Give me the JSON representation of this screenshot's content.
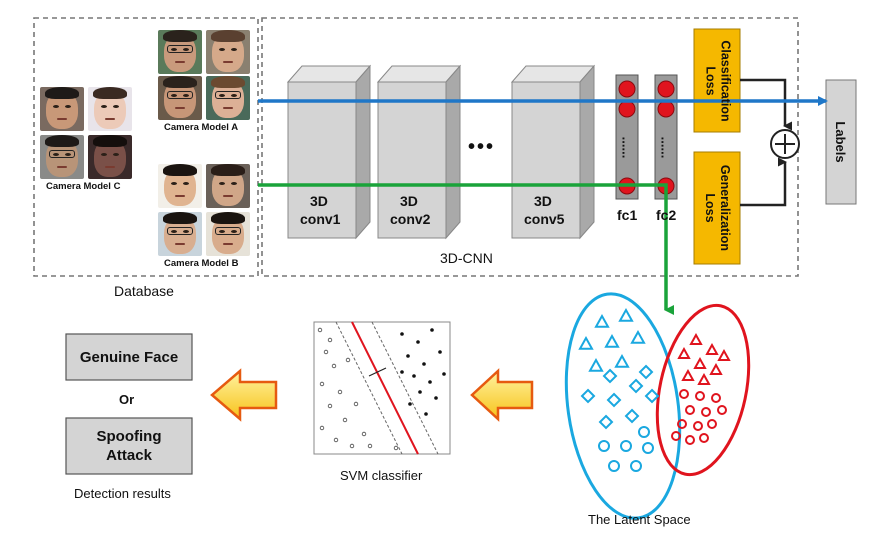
{
  "database": {
    "label": "Database",
    "camera_a": "Camera Model A",
    "camera_b": "Camera Model B",
    "camera_c": "Camera Model C"
  },
  "cnn": {
    "label": "3D-CNN",
    "conv1_line1": "3D",
    "conv1_line2": "conv1",
    "conv2_line1": "3D",
    "conv2_line2": "conv2",
    "conv5_line1": "3D",
    "conv5_line2": "conv5",
    "ellipsis": "•••",
    "fc1": "fc1",
    "fc2": "fc2",
    "fc_dots": "......"
  },
  "losses": {
    "classification_line1": "Classification",
    "classification_line2": "Loss",
    "generalization_line1": "Generalization",
    "generalization_line2": "Loss"
  },
  "labels_box": "Labels",
  "latent_space": "The Latent Space",
  "svm": "SVM classifier",
  "results": {
    "genuine": "Genuine Face",
    "or": "Or",
    "spoof_line1": "Spoofing",
    "spoof_line2": "Attack",
    "caption": "Detection results"
  },
  "colors": {
    "blue": "#1f77c8",
    "green": "#1aa33a",
    "orange_box": "#f5b800",
    "cyan": "#1aa8e0",
    "red": "#e0141e",
    "block_gray": "#d4d4d4"
  }
}
